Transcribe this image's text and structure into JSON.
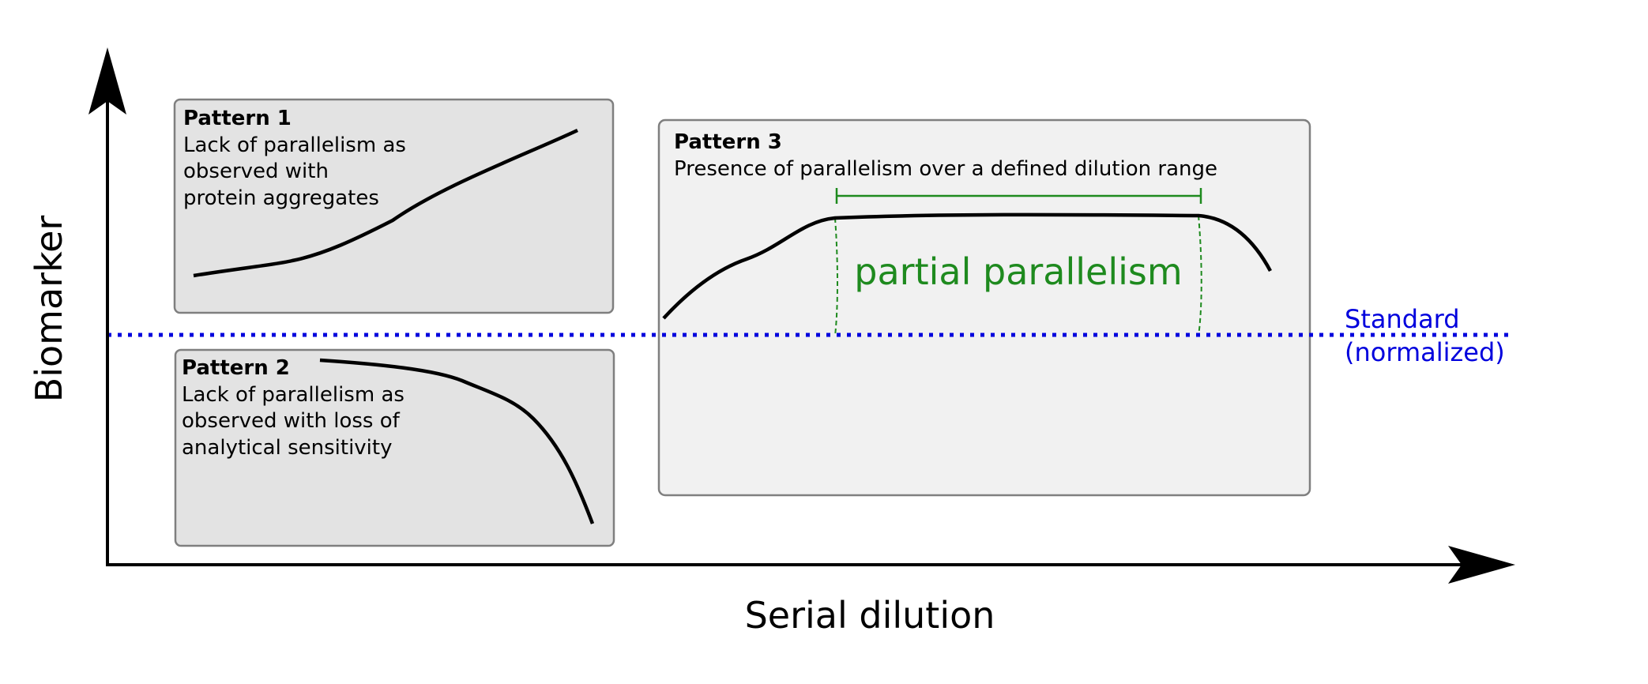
{
  "axes": {
    "x_label": "Serial dilution",
    "y_label": "Biomarker"
  },
  "standard": {
    "label_line1": "Standard",
    "label_line2": "(normalized)"
  },
  "patterns": [
    {
      "title": "Pattern 1",
      "description": [
        "Lack of parallelism as",
        "observed with",
        "protein aggregates"
      ]
    },
    {
      "title": "Pattern 2",
      "description": [
        "Lack of parallelism as",
        "observed with loss of",
        "analytical sensitivity"
      ]
    },
    {
      "title": "Pattern 3",
      "description": [
        "Presence of parallelism over a defined dilution range"
      ]
    }
  ],
  "partial_parallelism": {
    "label": "partial parallelism"
  },
  "colors": {
    "axis": "#000000",
    "curve": "#000000",
    "standard_line": "#0000dd",
    "partial": "#1e8a1e",
    "panel_fill_1_2": "#e3e3e3",
    "panel_fill_3": "#f1f1f1",
    "panel_border": "#7f7f7f"
  }
}
